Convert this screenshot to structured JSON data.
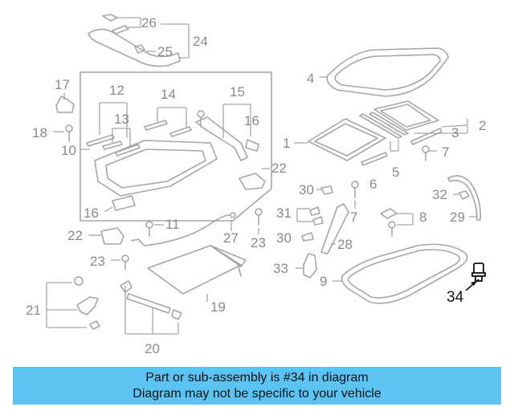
{
  "labels": {
    "p1": "1",
    "p2": "2",
    "p3": "3",
    "p4": "4",
    "p5": "5",
    "p6": "6",
    "p7a": "7",
    "p7b": "7",
    "p8": "8",
    "p9": "9",
    "p10": "10",
    "p11": "11",
    "p12": "12",
    "p13": "13",
    "p14": "14",
    "p15": "15",
    "p16a": "16",
    "p16b": "16",
    "p17": "17",
    "p18": "18",
    "p19": "19",
    "p20": "20",
    "p21": "21",
    "p22a": "22",
    "p22b": "22",
    "p23a": "23",
    "p23b": "23",
    "p24": "24",
    "p25": "25",
    "p26": "26",
    "p27": "27",
    "p28": "28",
    "p29": "29",
    "p30a": "30",
    "p30b": "30",
    "p31": "31",
    "p32": "32",
    "p33": "33",
    "p34": "34"
  },
  "highlighted_part": "34",
  "colors": {
    "banner": "#5bc4f3",
    "parts": "#a6a6a6",
    "labels": "#8a8a8a",
    "highlight": "#111111"
  },
  "banner": {
    "line1": "Part or sub-assembly is #34 in diagram",
    "line2": "Diagram may not be specific to your vehicle"
  }
}
